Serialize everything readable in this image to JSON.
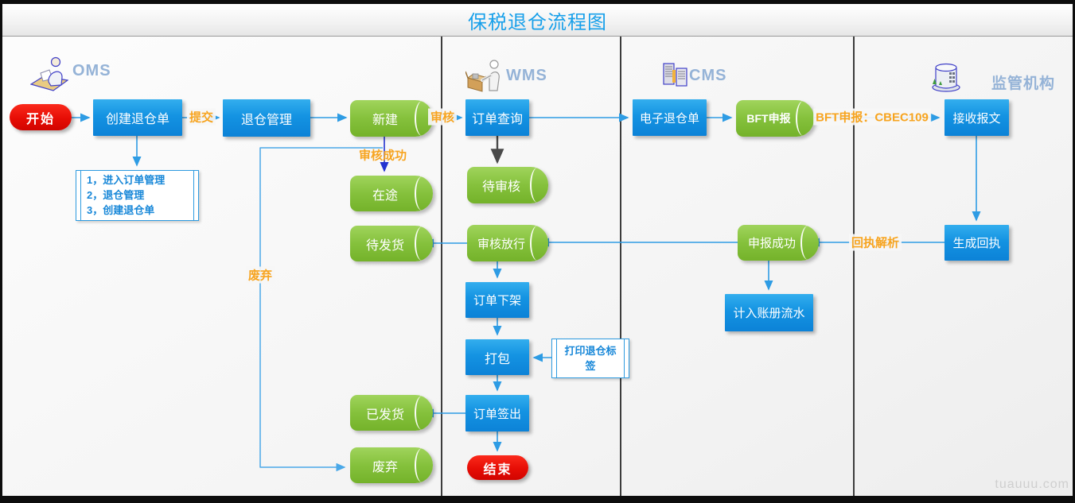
{
  "title": "保税退仓流程图",
  "watermark": "tuauuu.com",
  "lanes": {
    "oms": {
      "label": "OMS",
      "icon": "person-desk-icon"
    },
    "wms": {
      "label": "WMS",
      "icon": "person-box-icon"
    },
    "cms": {
      "label": "CMS",
      "icon": "server-icon"
    },
    "regulator": {
      "label": "监管机构",
      "icon": "building-icon"
    }
  },
  "nodes": {
    "start": {
      "label": "开始",
      "type": "terminator"
    },
    "create_return_order": {
      "label": "创建退仓单",
      "type": "process"
    },
    "return_mgmt": {
      "label": "退仓管理",
      "type": "process"
    },
    "new_state": {
      "label": "新建",
      "type": "state"
    },
    "steps_note": {
      "lines": [
        "1，进入订单管理",
        "2，退仓管理",
        "3，创建退仓单"
      ],
      "type": "annotation"
    },
    "in_transit": {
      "label": "在途",
      "type": "state"
    },
    "pending_ship": {
      "label": "待发货",
      "type": "state"
    },
    "shipped": {
      "label": "已发货",
      "type": "state"
    },
    "discarded": {
      "label": "废弃",
      "type": "state"
    },
    "order_query": {
      "label": "订单查询",
      "type": "process"
    },
    "pending_review": {
      "label": "待审核",
      "type": "state"
    },
    "review_release": {
      "label": "审核放行",
      "type": "state"
    },
    "order_offshelf": {
      "label": "订单下架",
      "type": "process"
    },
    "pack": {
      "label": "打包",
      "type": "process"
    },
    "print_label_note": {
      "label": "打印退仓标签",
      "type": "annotation"
    },
    "order_checkout": {
      "label": "订单签出",
      "type": "process"
    },
    "end": {
      "label": "结束",
      "type": "terminator"
    },
    "e_return_order": {
      "label": "电子退仓单",
      "type": "process"
    },
    "bft_declare": {
      "label": "BFT申报",
      "type": "state"
    },
    "declare_success": {
      "label": "申报成功",
      "type": "state"
    },
    "ledger_flow": {
      "label": "计入账册流水",
      "type": "process"
    },
    "receive_message": {
      "label": "接收报文",
      "type": "process"
    },
    "generate_receipt": {
      "label": "生成回执",
      "type": "process"
    }
  },
  "edge_labels": {
    "submit": "提交",
    "review": "审核",
    "review_success": "审核成功",
    "discard": "废弃",
    "bft_declare_code": "BFT申报：CBEC109",
    "receipt_parse": "回执解析"
  },
  "colors": {
    "title_blue": "#18a0ea",
    "node_blue": "#1090dd",
    "node_green": "#83bf3a",
    "node_red": "#e30d05",
    "edge_blue": "#2e9ce4",
    "edge_dark_blue": "#2433d0",
    "edge_gray": "#4a4a4a",
    "label_orange": "#f7a41f",
    "lane_title_color": "#95b3d7"
  }
}
